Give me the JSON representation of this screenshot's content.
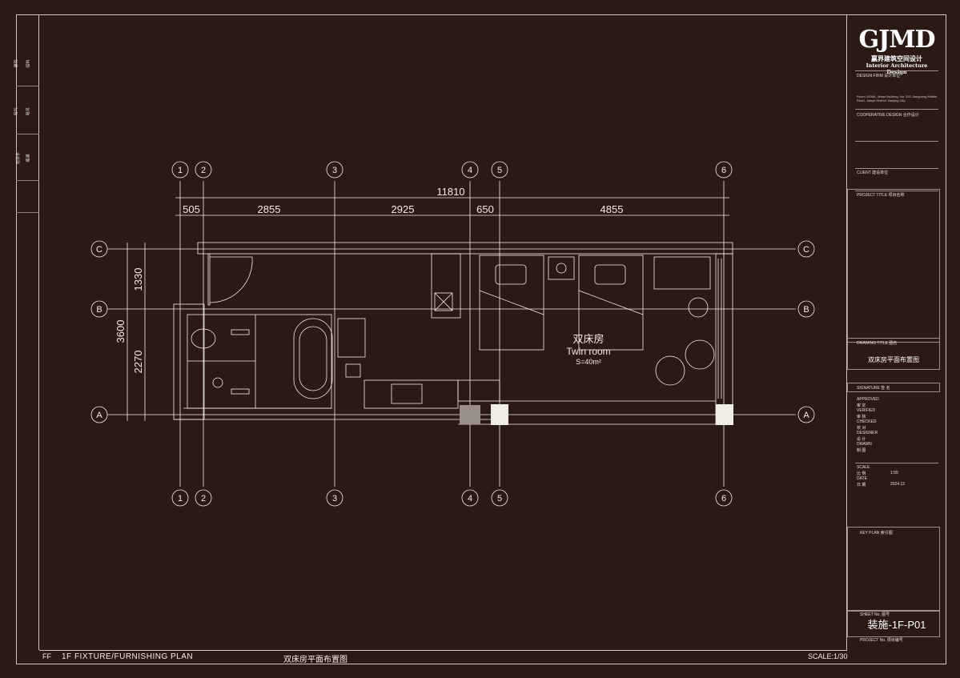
{
  "bottom": {
    "ff_label": "FF",
    "title_en": "1F FIXTURE/FURNISHING PLAN",
    "title_cn": "双床房平面布置图",
    "scale": "SCALE:1/30"
  },
  "titleblock": {
    "logo": "GJMD",
    "logo_cn": "赢界建筑空间设计",
    "logo_en": "Interior Architecture Design",
    "design_firm": "DESIGN FIRM   设计单位",
    "firm_address_en": "Room 1008A, Jintao Building, No. 333 Jiangdong Middle Road, Jianye District, Nanjing City",
    "cooperative": "COOPERATIVE DESIGN    合作设计",
    "client": "CLIENT   建设单位",
    "project_title": "PROJECT TITLE   项目名称",
    "drawing_title_label": "DRAWING TITLE   图名",
    "drawing_title": "双床房平面布置图",
    "signature": "SIGNATURE  签 名",
    "approved": "APPROVED",
    "approved_cn": "审 定",
    "verified": "VERIFIED",
    "verified_cn": "审 核",
    "checked": "CHECKED",
    "checked_cn": "校 对",
    "designer": "DESIGNER",
    "designer_cn": "设 计",
    "drawn": "DRAWN",
    "drawn_cn": "制 图",
    "scale_label": "SCALE",
    "scale_cn": "比  例",
    "scale_value": "1:55",
    "date_label": "DATE",
    "date_cn": "日  期",
    "date_value": "2024.12",
    "key_plan": "KEY PLAN   索引图",
    "sheet_no_label": "SHEET No.   图号",
    "sheet_no": "装施-1F-P01",
    "project_no": "PROJECT No.   项目编号"
  },
  "side_labels": [
    "给排水",
    "暖通",
    "电气",
    "电讯",
    "建筑",
    "结构"
  ],
  "plan": {
    "grid_cols": [
      "1",
      "2",
      "3",
      "4",
      "5",
      "6"
    ],
    "grid_rows": [
      "C",
      "B",
      "A"
    ],
    "total_dim": "11810",
    "col_dims": [
      "505",
      "2855",
      "2925",
      "650",
      "4855"
    ],
    "row_total_dim": "3600",
    "row_dims": [
      "1330",
      "2270"
    ],
    "room_name_cn": "双床房",
    "room_name_en": "Twin room",
    "room_area": "S=40m²"
  },
  "colors": {
    "background": "#2b1a14",
    "line": "#f2ece6"
  }
}
